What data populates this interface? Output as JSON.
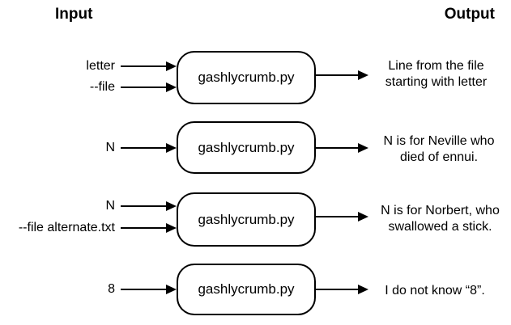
{
  "headers": {
    "input": "Input",
    "output": "Output"
  },
  "rows": [
    {
      "program": "gashlycrumb.py",
      "inputs": [
        "letter",
        "--file"
      ],
      "output_lines": [
        "Line from the file",
        "starting with letter"
      ]
    },
    {
      "program": "gashlycrumb.py",
      "inputs": [
        "N"
      ],
      "output_lines": [
        "N is for Neville who",
        "died of ennui."
      ]
    },
    {
      "program": "gashlycrumb.py",
      "inputs": [
        "N",
        "--file alternate.txt"
      ],
      "output_lines": [
        "N is for Norbert, who",
        "swallowed a stick."
      ]
    },
    {
      "program": "gashlycrumb.py",
      "inputs": [
        "8"
      ],
      "output_lines": [
        "I do not know “8”."
      ]
    }
  ],
  "colors": {
    "ink": "#000000",
    "background": "#ffffff"
  }
}
